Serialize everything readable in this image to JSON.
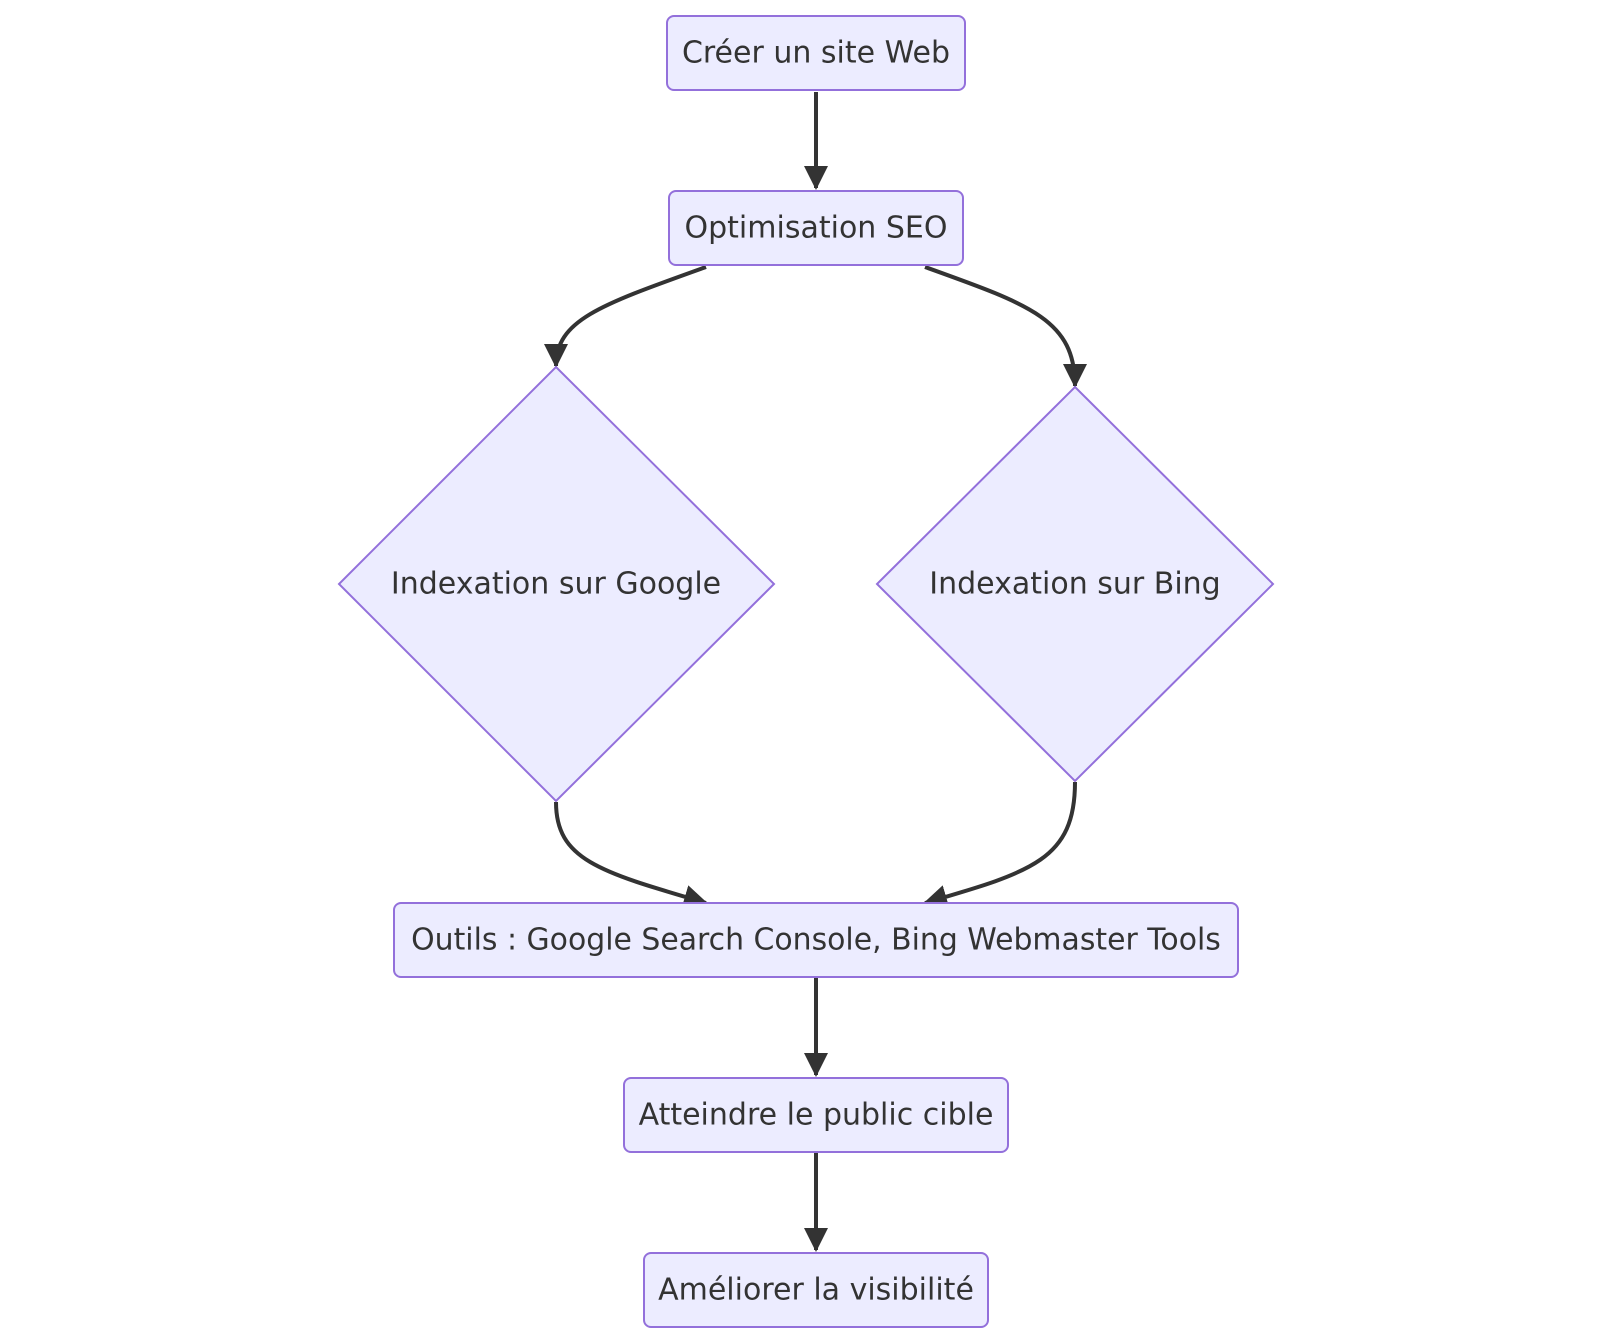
{
  "diagram": {
    "type": "flowchart",
    "direction": "top-down",
    "colors": {
      "node_fill": "#ececff",
      "node_stroke": "#9370db",
      "edge": "#333333",
      "text": "#333333"
    },
    "nodes": {
      "create_site": {
        "label": "Créer un site Web",
        "shape": "rounded-rectangle"
      },
      "seo": {
        "label": "Optimisation SEO",
        "shape": "rounded-rectangle"
      },
      "google_index": {
        "label": "Indexation sur Google",
        "shape": "diamond"
      },
      "bing_index": {
        "label": "Indexation sur Bing",
        "shape": "diamond"
      },
      "tools": {
        "label": "Outils : Google Search Console, Bing Webmaster Tools",
        "shape": "rounded-rectangle"
      },
      "target": {
        "label": "Atteindre le public cible",
        "shape": "rounded-rectangle"
      },
      "visibility": {
        "label": "Améliorer la visibilité",
        "shape": "rounded-rectangle"
      }
    },
    "edges": [
      {
        "from": "create_site",
        "to": "seo"
      },
      {
        "from": "seo",
        "to": "google_index"
      },
      {
        "from": "seo",
        "to": "bing_index"
      },
      {
        "from": "google_index",
        "to": "tools"
      },
      {
        "from": "bing_index",
        "to": "tools"
      },
      {
        "from": "tools",
        "to": "target"
      },
      {
        "from": "target",
        "to": "visibility"
      }
    ]
  }
}
